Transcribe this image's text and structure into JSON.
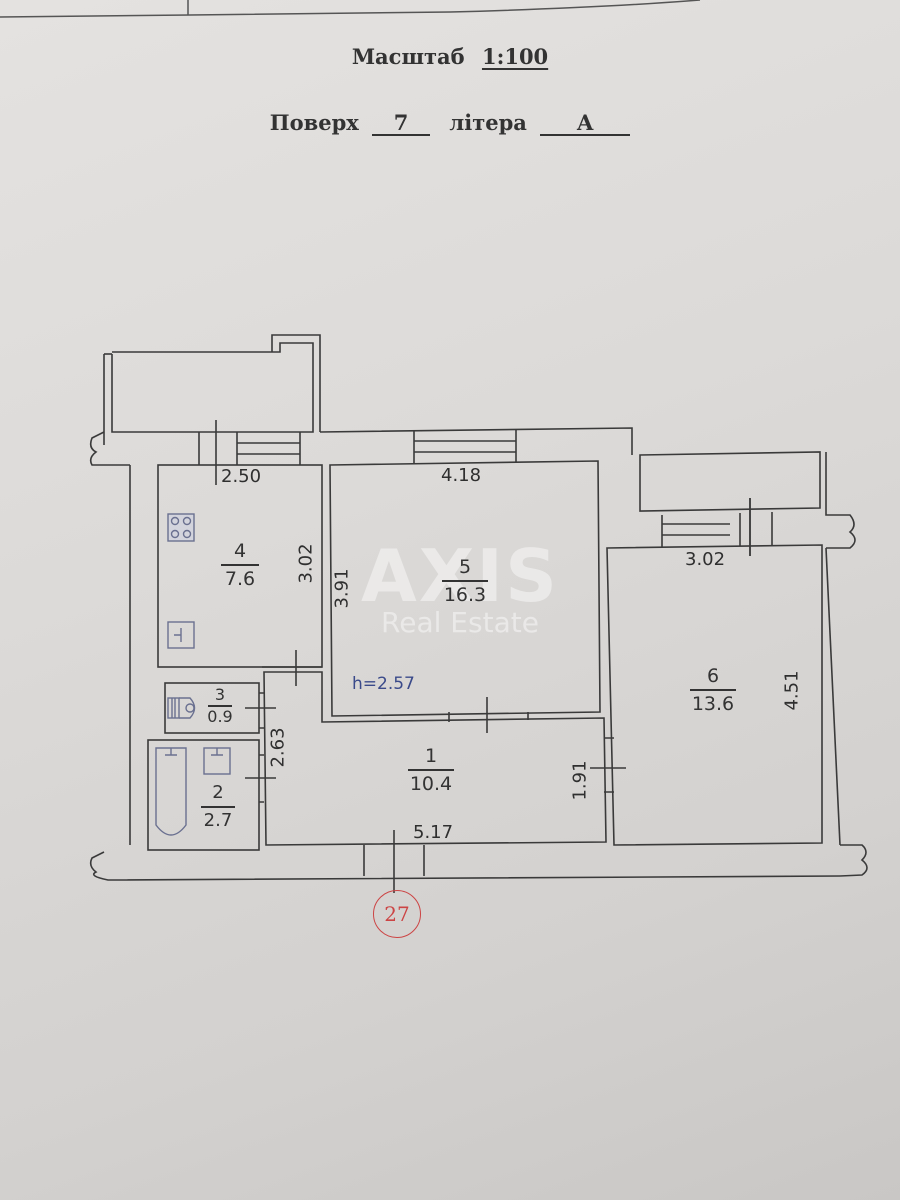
{
  "header": {
    "scale_label": "Масштаб",
    "scale_value": "1:100",
    "floor_label": "Поверх",
    "floor_value": "7",
    "letter_label": "літера",
    "letter_value": "А"
  },
  "watermark": {
    "main": "AXIS",
    "sub": "Real Estate"
  },
  "ceiling_height": "h=2.57",
  "axis_marker": "27",
  "rooms": [
    {
      "id": "room-1",
      "number": "1",
      "area": "10.4",
      "type": "hallway"
    },
    {
      "id": "room-2",
      "number": "2",
      "area": "2.7",
      "type": "bathroom"
    },
    {
      "id": "room-3",
      "number": "3",
      "area": "0.9",
      "type": "toilet"
    },
    {
      "id": "room-4",
      "number": "4",
      "area": "7.6",
      "type": "kitchen"
    },
    {
      "id": "room-5",
      "number": "5",
      "area": "16.3",
      "type": "living-room"
    },
    {
      "id": "room-6",
      "number": "6",
      "area": "13.6",
      "type": "bedroom"
    }
  ],
  "dimensions": {
    "kitchen_width": "2.50",
    "kitchen_length": "3.02",
    "room5_width": "4.18",
    "room5_length": "3.91",
    "room6_width": "3.02",
    "room6_length": "4.51",
    "hall_width": "5.17",
    "hall_depth": "1.91",
    "corridor_length": "2.63"
  },
  "colors": {
    "line": "#3a3a3a",
    "fixture": "#6a7090",
    "axis_marker": "#cc4444",
    "height_text": "#3a4a8a"
  }
}
